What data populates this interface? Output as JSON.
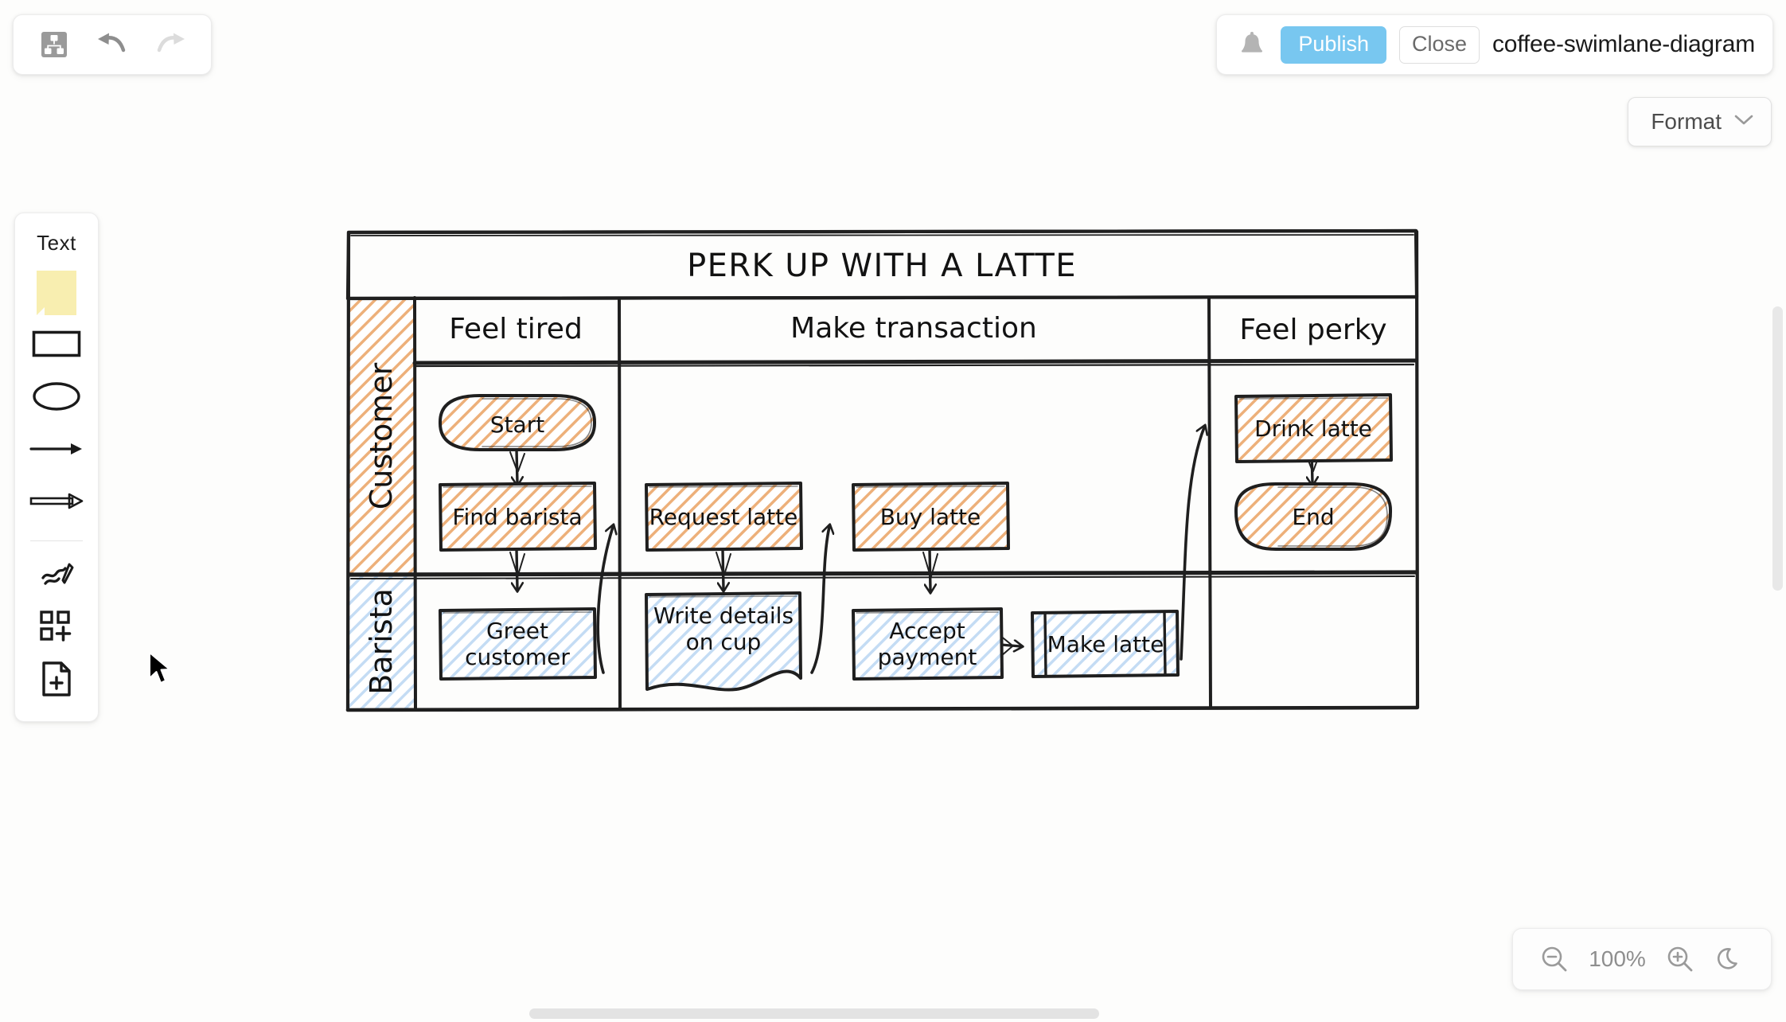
{
  "header": {
    "left_toolbar": [
      {
        "name": "diagram-icon",
        "label": "Diagram"
      },
      {
        "name": "undo-icon",
        "label": "Undo"
      },
      {
        "name": "redo-icon",
        "label": "Redo"
      }
    ],
    "notifications_icon": "bell-icon",
    "publish_label": "Publish",
    "close_label": "Close",
    "document_title": "coffee-swimlane-diagram",
    "format_label": "Format",
    "format_chevron": "chevron-down-icon"
  },
  "palette": {
    "text_label": "Text",
    "items": [
      {
        "name": "sticky-note-tool",
        "label": "Sticky note"
      },
      {
        "name": "rectangle-tool",
        "label": "Rectangle"
      },
      {
        "name": "ellipse-tool",
        "label": "Ellipse"
      },
      {
        "name": "arrow-thin-tool",
        "label": "Arrow"
      },
      {
        "name": "arrow-thick-tool",
        "label": "Block arrow"
      },
      {
        "name": "scribble-tool",
        "label": "Scribble"
      },
      {
        "name": "shapes-add-tool",
        "label": "Add shapes"
      },
      {
        "name": "page-add-tool",
        "label": "Add page"
      }
    ]
  },
  "zoom_bar": {
    "zoom_out_icon": "zoom-out-icon",
    "level": "100%",
    "zoom_in_icon": "zoom-in-icon",
    "dark_mode_icon": "moon-icon"
  },
  "diagram": {
    "title": "PERK UP WITH A LATTE",
    "phase_headers": [
      "Feel tired",
      "Make transaction",
      "Feel perky"
    ],
    "lanes": [
      {
        "name": "Customer",
        "accent": "#edb07a"
      },
      {
        "name": "Barista",
        "accent": "#aecdea"
      }
    ],
    "nodes": [
      {
        "id": "start",
        "label": "Start",
        "shape": "rounded",
        "lane": "Customer",
        "phase": "Feel tired"
      },
      {
        "id": "find-barista",
        "label": "Find barista",
        "shape": "rect",
        "lane": "Customer",
        "phase": "Feel tired"
      },
      {
        "id": "request-latte",
        "label": "Request latte",
        "shape": "rect",
        "lane": "Customer",
        "phase": "Make transaction"
      },
      {
        "id": "buy-latte",
        "label": "Buy latte",
        "shape": "rect",
        "lane": "Customer",
        "phase": "Make transaction"
      },
      {
        "id": "drink-latte",
        "label": "Drink latte",
        "shape": "rect",
        "lane": "Customer",
        "phase": "Feel perky"
      },
      {
        "id": "end",
        "label": "End",
        "shape": "rounded",
        "lane": "Customer",
        "phase": "Feel perky"
      },
      {
        "id": "greet",
        "label": "Greet\ncustomer",
        "shape": "rect",
        "lane": "Barista",
        "phase": "Feel tired"
      },
      {
        "id": "write-cup",
        "label": "Write details\non cup",
        "shape": "document",
        "lane": "Barista",
        "phase": "Make transaction"
      },
      {
        "id": "accept-pay",
        "label": "Accept\npayment",
        "shape": "rect",
        "lane": "Barista",
        "phase": "Make transaction"
      },
      {
        "id": "make-latte",
        "label": "Make latte",
        "shape": "subprocess",
        "lane": "Barista",
        "phase": "Make transaction"
      }
    ],
    "node_labels": {
      "start": "Start",
      "find_barista": "Find barista",
      "request_latte": "Request latte",
      "buy_latte": "Buy latte",
      "drink_latte": "Drink latte",
      "end": "End",
      "greet_line1": "Greet",
      "greet_line2": "customer",
      "write_line1": "Write details",
      "write_line2": "on cup",
      "accept_line1": "Accept",
      "accept_line2": "payment",
      "make_latte": "Make latte"
    },
    "edges": [
      {
        "from": "start",
        "to": "find-barista"
      },
      {
        "from": "find-barista",
        "to": "greet"
      },
      {
        "from": "greet",
        "to": "request-latte"
      },
      {
        "from": "request-latte",
        "to": "write-cup"
      },
      {
        "from": "write-cup",
        "to": "buy-latte"
      },
      {
        "from": "buy-latte",
        "to": "accept-pay"
      },
      {
        "from": "accept-pay",
        "to": "make-latte"
      },
      {
        "from": "make-latte",
        "to": "drink-latte"
      },
      {
        "from": "drink-latte",
        "to": "end"
      }
    ],
    "colors": {
      "stroke": "#1f1f1f",
      "customer_fill": "#edb07a",
      "barista_fill": "#b4d2ef",
      "background": "#ffffff"
    }
  }
}
